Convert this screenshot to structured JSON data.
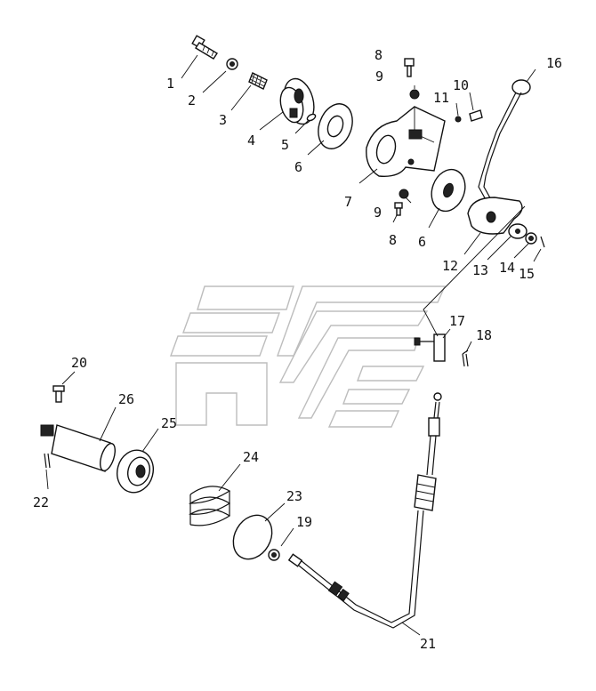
{
  "diagram": {
    "callouts": [
      {
        "id": "c1",
        "text": "1"
      },
      {
        "id": "c2",
        "text": "2"
      },
      {
        "id": "c3",
        "text": "3"
      },
      {
        "id": "c4",
        "text": "4"
      },
      {
        "id": "c5",
        "text": "5"
      },
      {
        "id": "c6a",
        "text": "6"
      },
      {
        "id": "c6b",
        "text": "6"
      },
      {
        "id": "c7",
        "text": "7"
      },
      {
        "id": "c8a",
        "text": "8"
      },
      {
        "id": "c8b",
        "text": "8"
      },
      {
        "id": "c9a",
        "text": "9"
      },
      {
        "id": "c9b",
        "text": "9"
      },
      {
        "id": "c10",
        "text": "10"
      },
      {
        "id": "c11",
        "text": "11"
      },
      {
        "id": "c12",
        "text": "12"
      },
      {
        "id": "c13",
        "text": "13"
      },
      {
        "id": "c14",
        "text": "14"
      },
      {
        "id": "c15",
        "text": "15"
      },
      {
        "id": "c16",
        "text": "16"
      },
      {
        "id": "c17",
        "text": "17"
      },
      {
        "id": "c18",
        "text": "18"
      },
      {
        "id": "c19",
        "text": "19"
      },
      {
        "id": "c20",
        "text": "20"
      },
      {
        "id": "c21",
        "text": "21"
      },
      {
        "id": "c22",
        "text": "22"
      },
      {
        "id": "c23",
        "text": "23"
      },
      {
        "id": "c24",
        "text": "24"
      },
      {
        "id": "c25",
        "text": "25"
      },
      {
        "id": "c26",
        "text": "26"
      }
    ]
  }
}
